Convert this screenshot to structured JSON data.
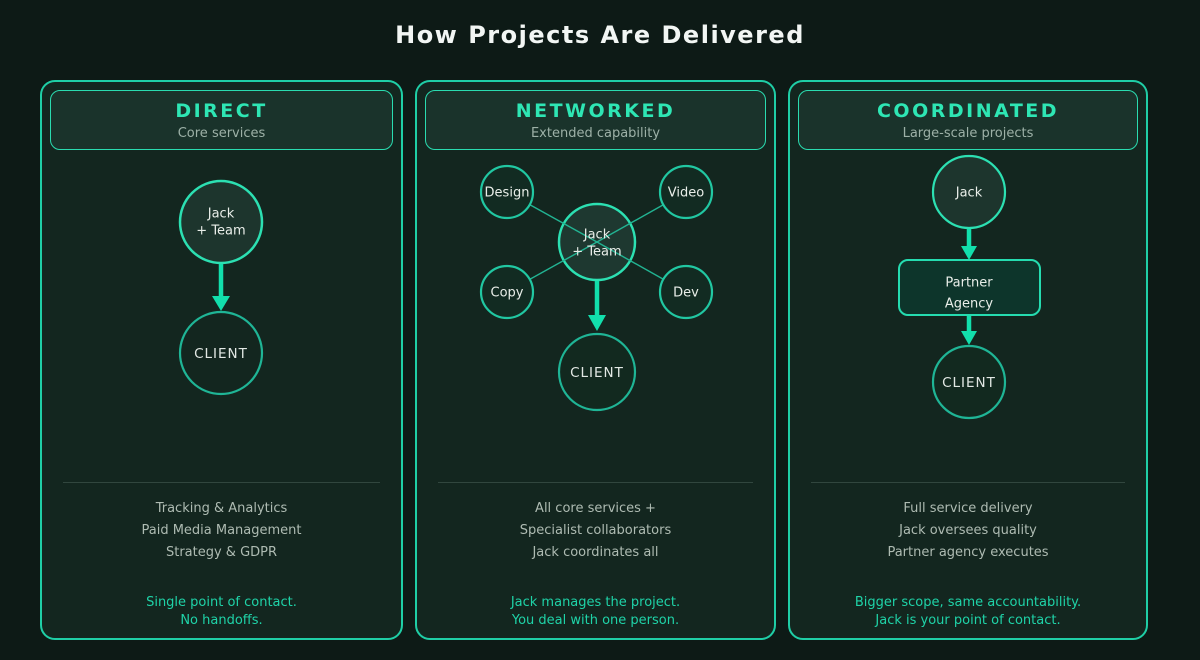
{
  "page": {
    "title": "How Projects Are Delivered"
  },
  "colors": {
    "page_bg": "#0D1A16",
    "panel_bg": "#13261F",
    "panel_border": "#1FCEA6",
    "header_bg": "#1A332B",
    "accent_teal": "#2CE0B2",
    "arrow_teal": "#12DFAC",
    "text_gray": "#AEBBB2",
    "text_teal": "#1FD3A8",
    "node_text": "#E9EEE9"
  },
  "panels": [
    {
      "title": "DIRECT",
      "subtitle": "Core services",
      "nodes": {
        "top_line1": "Jack",
        "top_line2": "+ Team",
        "client": "CLIENT"
      },
      "services": [
        "Tracking & Analytics",
        "Paid Media Management",
        "Strategy & GDPR"
      ],
      "footer": [
        "Single point of contact.",
        "No handoffs."
      ]
    },
    {
      "title": "NETWORKED",
      "subtitle": "Extended capability",
      "nodes": {
        "center_line1": "Jack",
        "center_line2": "+ Team",
        "sat_design": "Design",
        "sat_video": "Video",
        "sat_copy": "Copy",
        "sat_dev": "Dev",
        "client": "CLIENT"
      },
      "services": [
        "All core services +",
        "Specialist collaborators",
        "Jack coordinates all"
      ],
      "footer": [
        "Jack manages the project.",
        "You deal with one person."
      ]
    },
    {
      "title": "COORDINATED",
      "subtitle": "Large-scale projects",
      "nodes": {
        "top": "Jack",
        "box_line1": "Partner",
        "box_line2": "Agency",
        "client": "CLIENT"
      },
      "services": [
        "Full service delivery",
        "Jack oversees quality",
        "Partner agency executes"
      ],
      "footer": [
        "Bigger scope, same accountability.",
        "Jack is your point of contact."
      ]
    }
  ]
}
